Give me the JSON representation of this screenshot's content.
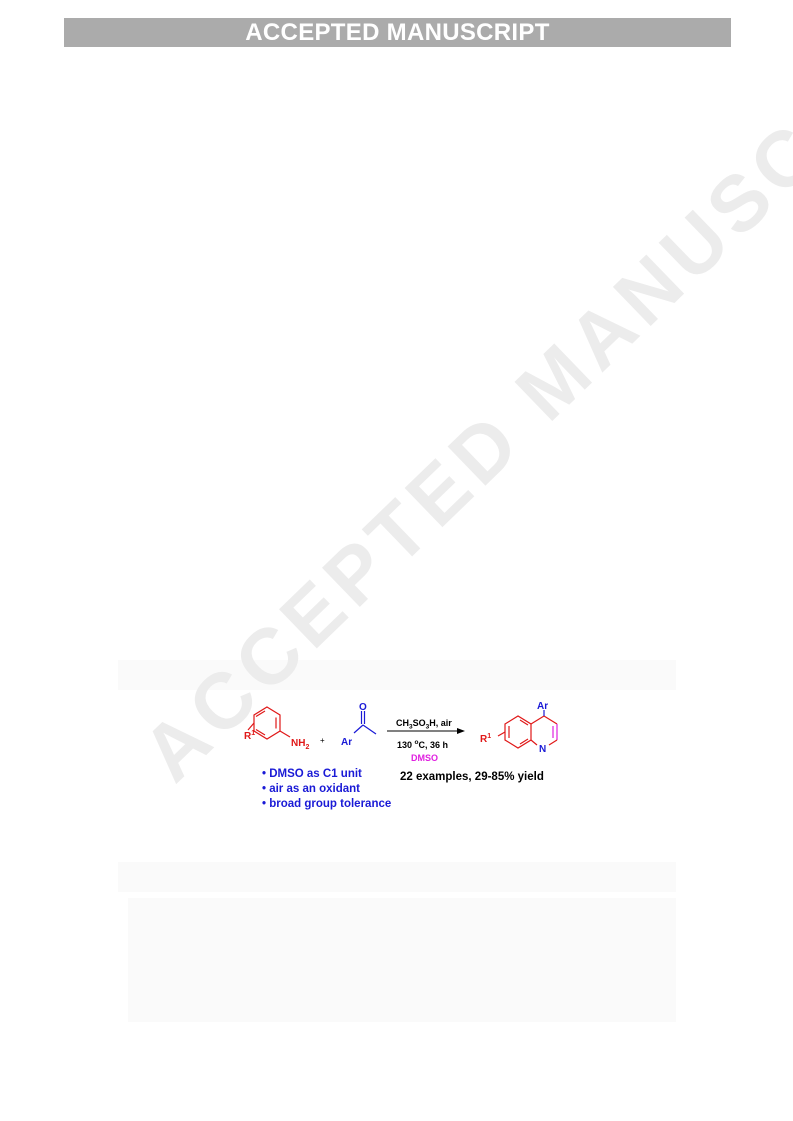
{
  "banner": {
    "text": "ACCEPTED MANUSCRIPT"
  },
  "watermark": {
    "text": "ACCEPTED MANUSCRIPT"
  },
  "scheme": {
    "reactant1_substituent_sym": "R",
    "reactant1_substituent_sup": "1",
    "reactant1_group_main": "NH",
    "reactant1_group_sub": "2",
    "plus": "+",
    "reactant2_aryl": "Ar",
    "reactant2_oxygen": "O",
    "cond_reagent_a": "CH",
    "cond_reagent_sub1": "3",
    "cond_reagent_b": "SO",
    "cond_reagent_sub2": "3",
    "cond_reagent_c": "H, air",
    "cond_temp_a": "130 ",
    "cond_temp_sup": "o",
    "cond_temp_b": "C, 36 h",
    "solvent": "DMSO",
    "product_aryl": "Ar",
    "product_substituent_sym": "R",
    "product_substituent_sup": "1",
    "product_nitrogen": "N"
  },
  "highlights": [
    "• DMSO as C1 unit",
    "• air as an oxidant",
    "• broad group tolerance"
  ],
  "summary": "22 examples, 29-85% yield",
  "colors": {
    "reactant_red": "#e01818",
    "ketone_blue": "#1a1ad6",
    "dmso_magenta": "#e020e0"
  }
}
